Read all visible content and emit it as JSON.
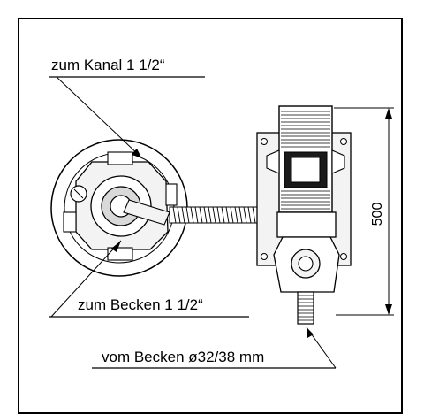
{
  "labels": {
    "outlet": "zum Kanal 1 1/2“",
    "to_pool": "zum Becken 1 1/2“",
    "from_pool": "vom Becken ø32/38 mm",
    "dimension": "500"
  },
  "colors": {
    "line": "#000000",
    "fill_light": "#f3f3f3",
    "fill_mid": "#d9d9d9",
    "fill_dark": "#1a1a1a"
  }
}
